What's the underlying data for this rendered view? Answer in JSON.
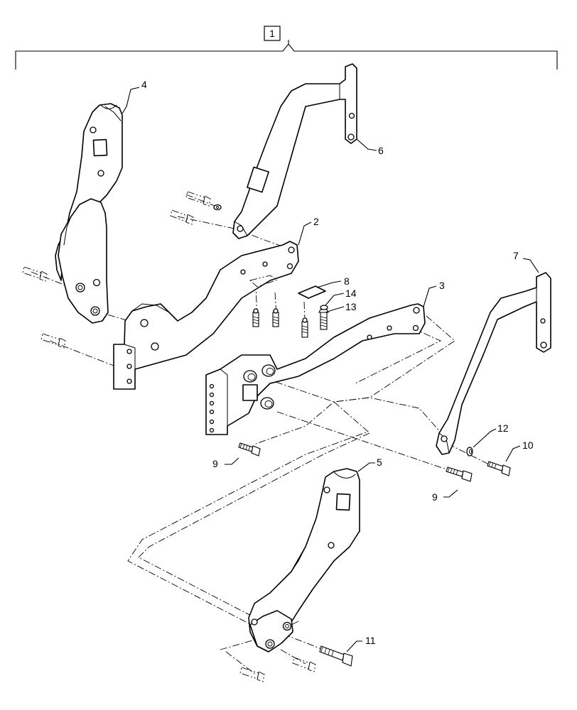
{
  "assembly": {
    "label": "1",
    "callouts": [
      {
        "id": "c2",
        "text": "2"
      },
      {
        "id": "c3",
        "text": "3"
      },
      {
        "id": "c4",
        "text": "4"
      },
      {
        "id": "c5",
        "text": "5"
      },
      {
        "id": "c6",
        "text": "6"
      },
      {
        "id": "c7",
        "text": "7"
      },
      {
        "id": "c8",
        "text": "8"
      },
      {
        "id": "c9a",
        "text": "9"
      },
      {
        "id": "c9b",
        "text": "9"
      },
      {
        "id": "c10",
        "text": "10"
      },
      {
        "id": "c11",
        "text": "11"
      },
      {
        "id": "c12",
        "text": "12"
      },
      {
        "id": "c13",
        "text": "13"
      },
      {
        "id": "c14",
        "text": "14"
      }
    ]
  }
}
